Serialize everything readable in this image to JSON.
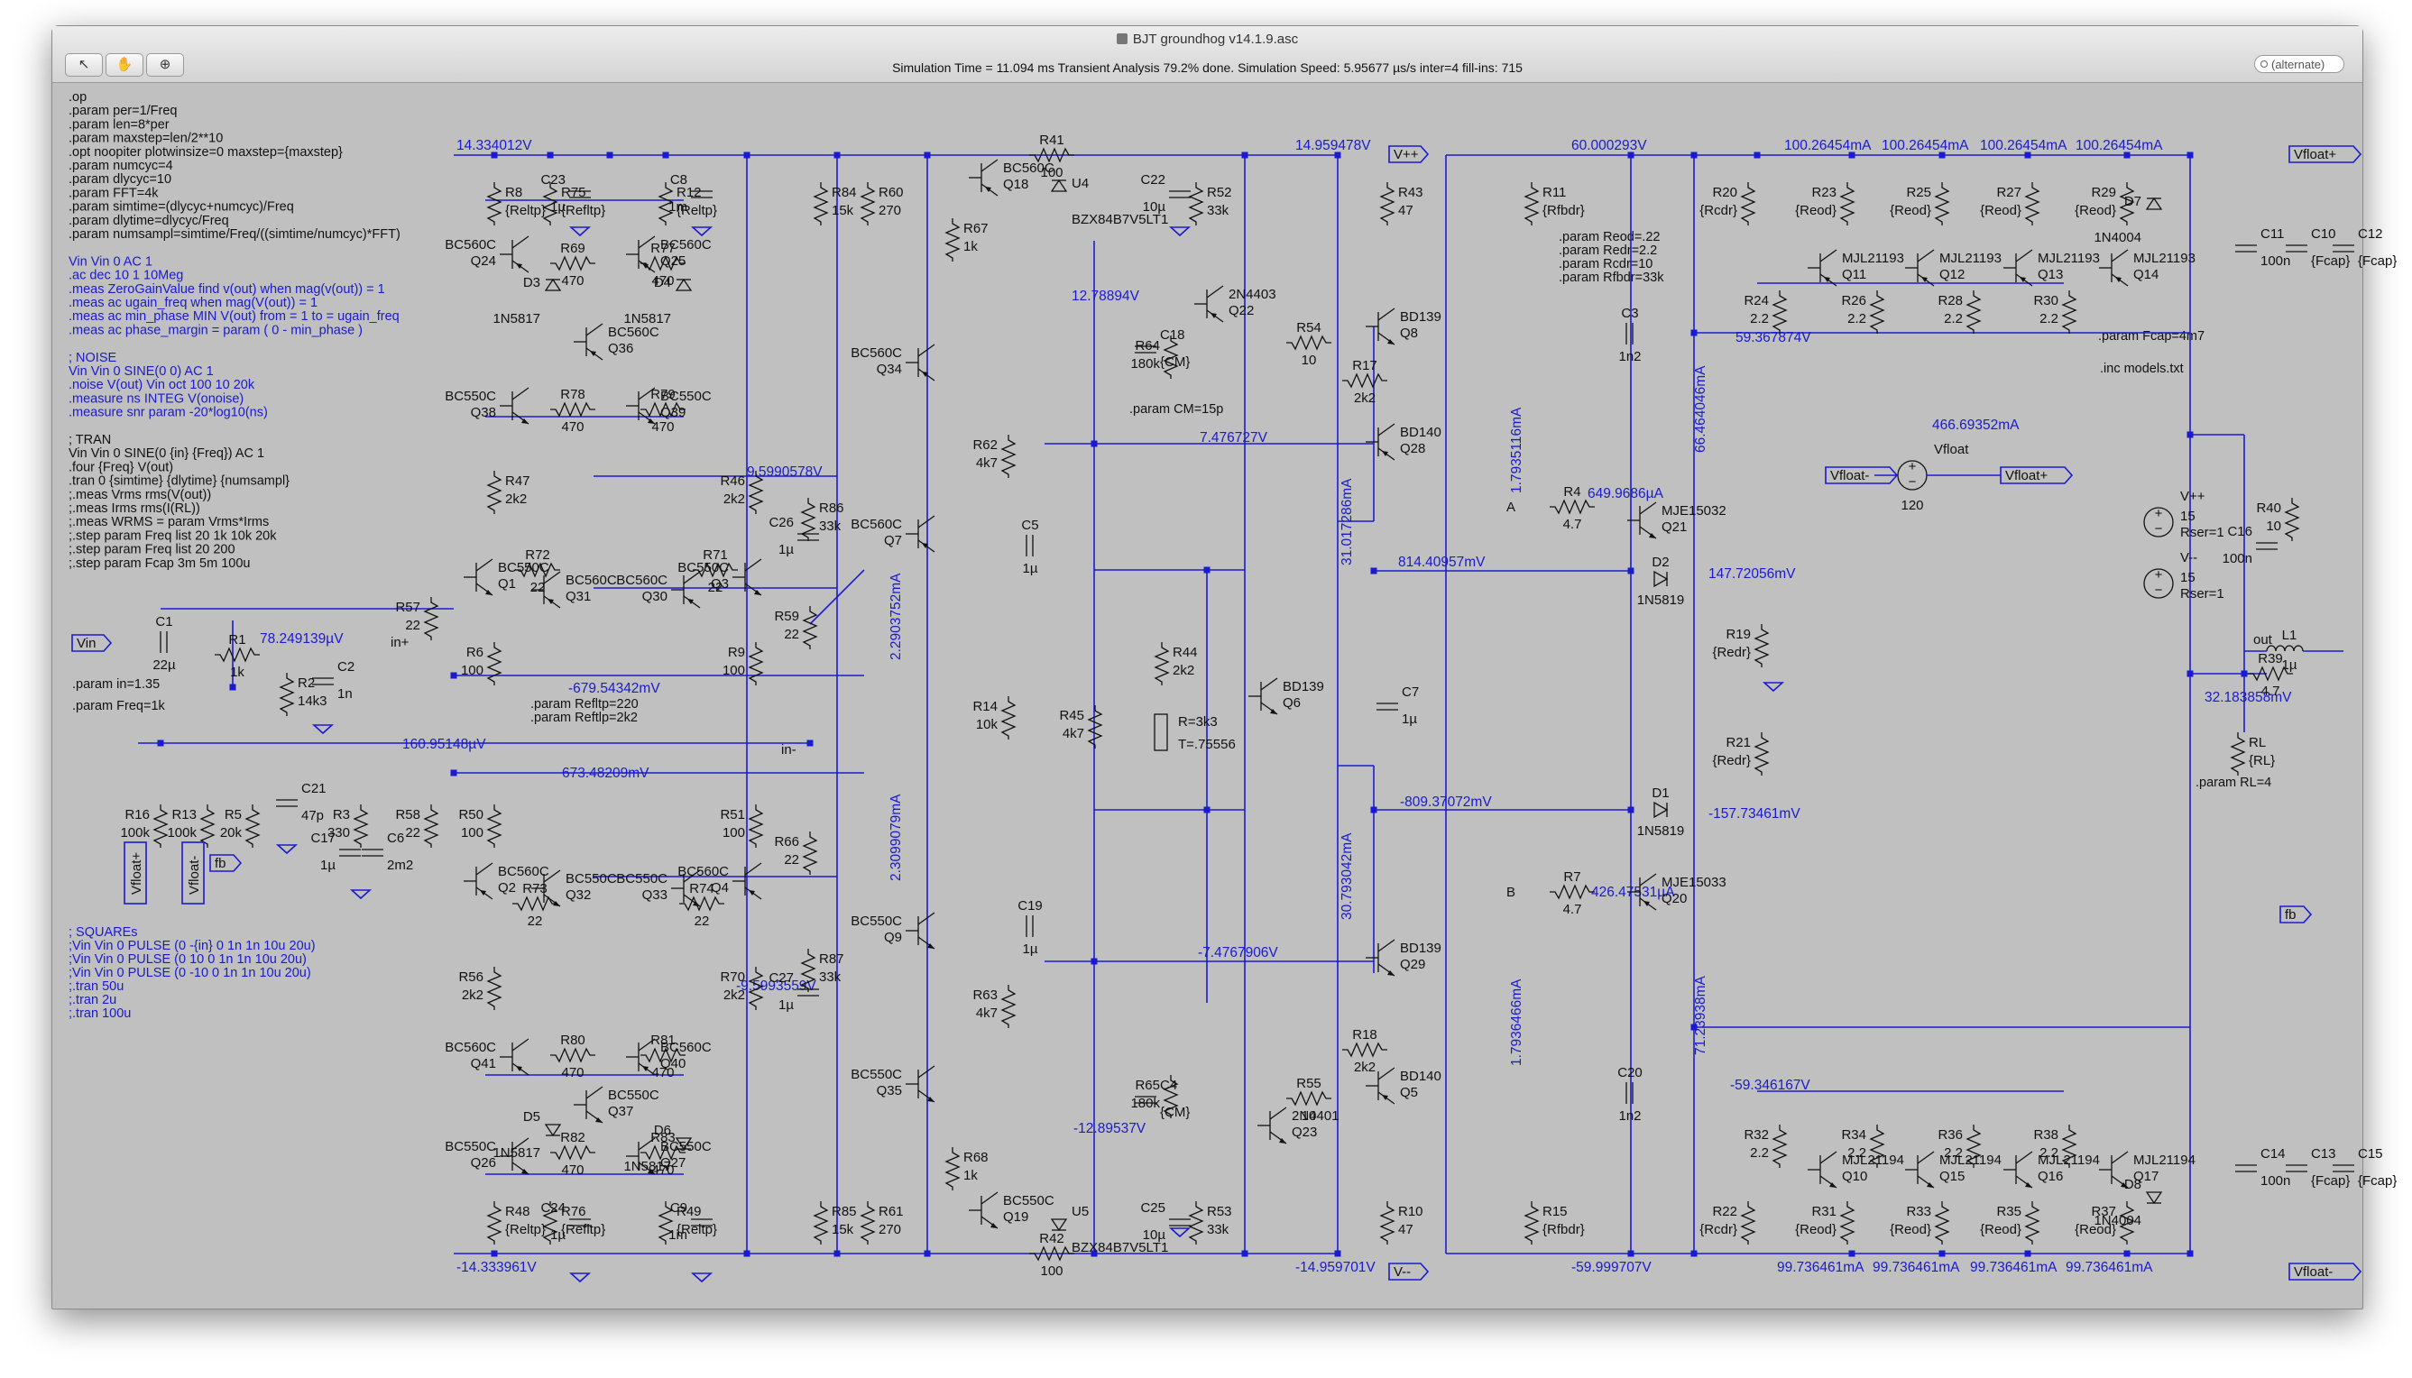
{
  "window": {
    "title": "BJT groundhog v14.1.9.asc",
    "status": "Simulation Time = 11.094 ms  Transient Analysis 79.2% done. Simulation Speed: 5.95677 µs/s inter=4 fill-ins: 715",
    "search_placeholder": "(alternate)",
    "toolbar": [
      {
        "name": "pointer-tool-icon",
        "glyph": "↖"
      },
      {
        "name": "hand-tool-icon",
        "glyph": "✋"
      },
      {
        "name": "probe-tool-icon",
        "glyph": "⊕"
      }
    ]
  },
  "directives": [
    {
      "text": ".op",
      "color": "black"
    },
    {
      "text": ".param per=1/Freq",
      "color": "black"
    },
    {
      "text": ".param len=8*per",
      "color": "black"
    },
    {
      "text": ".param maxstep=len/2**10",
      "color": "black"
    },
    {
      "text": ".opt noopiter plotwinsize=0 maxstep={maxstep}",
      "color": "black"
    },
    {
      "text": ".param numcyc=4",
      "color": "black"
    },
    {
      "text": ".param dlycyc=10",
      "color": "black"
    },
    {
      "text": ".param FFT=4k",
      "color": "black"
    },
    {
      "text": ".param simtime=(dlycyc+numcyc)/Freq",
      "color": "black"
    },
    {
      "text": ".param dlytime=dlycyc/Freq",
      "color": "black"
    },
    {
      "text": ".param numsampl=simtime/Freq/((simtime/numcyc)*FFT)",
      "color": "black"
    },
    {
      "text": "",
      "color": "black"
    },
    {
      "text": "Vin Vin 0 AC 1",
      "color": "blue"
    },
    {
      "text": ".ac dec 10 1 10Meg",
      "color": "blue"
    },
    {
      "text": ".meas ZeroGainValue find v(out) when mag(v(out)) = 1",
      "color": "blue"
    },
    {
      "text": ".meas ac ugain_freq when mag(V(out)) = 1",
      "color": "blue"
    },
    {
      "text": ".meas ac min_phase MIN V(out) from = 1 to = ugain_freq",
      "color": "blue"
    },
    {
      "text": ".meas ac phase_margin = param ( 0 - min_phase )",
      "color": "blue"
    },
    {
      "text": "",
      "color": "black"
    },
    {
      "text": "; NOISE",
      "color": "blue"
    },
    {
      "text": "Vin Vin 0 SINE(0 0) AC 1",
      "color": "blue"
    },
    {
      "text": ".noise V(out) Vin oct 100 10 20k",
      "color": "blue"
    },
    {
      "text": ".measure ns INTEG V(onoise)",
      "color": "blue"
    },
    {
      "text": ".measure snr param -20*log10(ns)",
      "color": "blue"
    },
    {
      "text": "",
      "color": "black"
    },
    {
      "text": "; TRAN",
      "color": "black"
    },
    {
      "text": "Vin Vin 0 SINE(0 {in} {Freq}) AC 1",
      "color": "black"
    },
    {
      "text": ".four {Freq} V(out)",
      "color": "black"
    },
    {
      "text": ".tran 0 {simtime} {dlytime} {numsampl}",
      "color": "black"
    },
    {
      "text": ";.meas Vrms rms(V(out))",
      "color": "black"
    },
    {
      "text": ";.meas Irms rms(I(RL))",
      "color": "black"
    },
    {
      "text": ";.meas WRMS = param Vrms*Irms",
      "color": "black"
    },
    {
      "text": ";.step param Freq list 20 1k 10k 20k",
      "color": "black"
    },
    {
      "text": ";.step param Freq list 20 200",
      "color": "black"
    },
    {
      "text": ";.step param Fcap 3m 5m 100u",
      "color": "black"
    }
  ],
  "square_directives": [
    "; SQUAREs",
    ";Vin Vin 0 PULSE (0 -{in} 0 1n 1n 10u 20u)",
    ";Vin Vin 0 PULSE (0 10 0 1n 1n 10u 20u)",
    ";Vin Vin 0 PULSE (0 -10 0 1n 1n 10u 20u)",
    ";.tran 50u",
    ";.tran 2u",
    ";.tran 100u"
  ],
  "param_notes": [
    ".param in=1.35",
    ".param Freq=1k",
    ".param Refltp=220",
    ".param Reftlp=2k2",
    ".param CM=15p",
    ".param Reod=.22",
    ".param Redr=2.2",
    ".param Rcdr=10",
    ".param Rfbdr=33k",
    ".param Fcap=4m7",
    ".inc models.txt",
    ".param RL=4"
  ],
  "node_voltages": [
    "14.334012V",
    "-14.333961V",
    "9.5990578V",
    "-9.5993559V",
    "78.249139µV",
    "160.95148µV",
    "-679.54342mV",
    "673.48209mV",
    "12.78894V",
    "-12.89537V",
    "7.476727V",
    "-7.4767906V",
    "814.40957mV",
    "-809.37072mV",
    "14.959478V",
    "-14.959701V",
    "60.000293V",
    "-59.999707V",
    "59.367874V",
    "-59.346167V",
    "147.72056mV",
    "-157.73461mV",
    "32.183858mV",
    "1.7935116mA",
    "1.7936466mA",
    "66.464046mA",
    "71.23938mA",
    "31.017286mA",
    "30.793042mA",
    "2.2903752mA",
    "2.3099079mA",
    "649.9686µA",
    "426.47531µA",
    "466.69352mA",
    "100.26454mA",
    "99.736461mA"
  ],
  "components": {
    "resistors": [
      {
        "ref": "R8",
        "val": "{Reltp}"
      },
      {
        "ref": "R75",
        "val": "{Refltp}"
      },
      {
        "ref": "R12",
        "val": "{Reltp}"
      },
      {
        "ref": "R84",
        "val": "15k"
      },
      {
        "ref": "R60",
        "val": "270"
      },
      {
        "ref": "R41",
        "val": "100"
      },
      {
        "ref": "R52",
        "val": "33k"
      },
      {
        "ref": "R43",
        "val": "47"
      },
      {
        "ref": "R69",
        "val": "470"
      },
      {
        "ref": "R77",
        "val": "470"
      },
      {
        "ref": "R67",
        "val": "1k"
      },
      {
        "ref": "R64",
        "val": "180k"
      },
      {
        "ref": "R54",
        "val": "10"
      },
      {
        "ref": "R17",
        "val": "2k2"
      },
      {
        "ref": "R78",
        "val": "470"
      },
      {
        "ref": "R79",
        "val": "470"
      },
      {
        "ref": "R62",
        "val": "4k7"
      },
      {
        "ref": "R47",
        "val": "2k2"
      },
      {
        "ref": "R46",
        "val": "2k2"
      },
      {
        "ref": "R86",
        "val": "33k"
      },
      {
        "ref": "R72",
        "val": "22"
      },
      {
        "ref": "R71",
        "val": "22"
      },
      {
        "ref": "R57",
        "val": "22"
      },
      {
        "ref": "R59",
        "val": "22"
      },
      {
        "ref": "R6",
        "val": "100"
      },
      {
        "ref": "R9",
        "val": "100"
      },
      {
        "ref": "R1",
        "val": "1k"
      },
      {
        "ref": "R2",
        "val": "14k3"
      },
      {
        "ref": "R44",
        "val": "2k2"
      },
      {
        "ref": "R14",
        "val": "10k"
      },
      {
        "ref": "R45",
        "val": "4k7"
      },
      {
        "ref": "R16",
        "val": "100k"
      },
      {
        "ref": "R13",
        "val": "100k"
      },
      {
        "ref": "R5",
        "val": "20k"
      },
      {
        "ref": "R3",
        "val": "330"
      },
      {
        "ref": "R58",
        "val": "22"
      },
      {
        "ref": "R50",
        "val": "100"
      },
      {
        "ref": "R51",
        "val": "100"
      },
      {
        "ref": "R66",
        "val": "22"
      },
      {
        "ref": "R73",
        "val": "22"
      },
      {
        "ref": "R74",
        "val": "22"
      },
      {
        "ref": "R87",
        "val": "33k"
      },
      {
        "ref": "R56",
        "val": "2k2"
      },
      {
        "ref": "R70",
        "val": "2k2"
      },
      {
        "ref": "R63",
        "val": "4k7"
      },
      {
        "ref": "R80",
        "val": "470"
      },
      {
        "ref": "R81",
        "val": "470"
      },
      {
        "ref": "R65",
        "val": "180k"
      },
      {
        "ref": "R18",
        "val": "2k2"
      },
      {
        "ref": "R55",
        "val": "10"
      },
      {
        "ref": "R82",
        "val": "470"
      },
      {
        "ref": "R83",
        "val": "470"
      },
      {
        "ref": "R68",
        "val": "1k"
      },
      {
        "ref": "R48",
        "val": "{Reltp}"
      },
      {
        "ref": "R76",
        "val": "{Refltp}"
      },
      {
        "ref": "R49",
        "val": "{Reltp}"
      },
      {
        "ref": "R85",
        "val": "15k"
      },
      {
        "ref": "R61",
        "val": "270"
      },
      {
        "ref": "R42",
        "val": "100"
      },
      {
        "ref": "R53",
        "val": "33k"
      },
      {
        "ref": "R10",
        "val": "47"
      },
      {
        "ref": "R11",
        "val": "{Rfbdr}"
      },
      {
        "ref": "R20",
        "val": "{Rcdr}"
      },
      {
        "ref": "R23",
        "val": "{Reod}"
      },
      {
        "ref": "R25",
        "val": "{Reod}"
      },
      {
        "ref": "R27",
        "val": "{Reod}"
      },
      {
        "ref": "R29",
        "val": "{Reod}"
      },
      {
        "ref": "R24",
        "val": "2.2"
      },
      {
        "ref": "R26",
        "val": "2.2"
      },
      {
        "ref": "R28",
        "val": "2.2"
      },
      {
        "ref": "R30",
        "val": "2.2"
      },
      {
        "ref": "R4",
        "val": "4.7"
      },
      {
        "ref": "R19",
        "val": "{Redr}"
      },
      {
        "ref": "R21",
        "val": "{Redr}"
      },
      {
        "ref": "R7",
        "val": "4.7"
      },
      {
        "ref": "R15",
        "val": "{Rfbdr}"
      },
      {
        "ref": "R22",
        "val": "{Rcdr}"
      },
      {
        "ref": "R32",
        "val": "2.2"
      },
      {
        "ref": "R34",
        "val": "2.2"
      },
      {
        "ref": "R36",
        "val": "2.2"
      },
      {
        "ref": "R38",
        "val": "2.2"
      },
      {
        "ref": "R31",
        "val": "{Reod}"
      },
      {
        "ref": "R33",
        "val": "{Reod}"
      },
      {
        "ref": "R35",
        "val": "{Reod}"
      },
      {
        "ref": "R37",
        "val": "{Reod}"
      },
      {
        "ref": "R40",
        "val": "10"
      },
      {
        "ref": "R39",
        "val": "4.7"
      },
      {
        "ref": "RL",
        "val": "{RL}"
      }
    ],
    "capacitors": [
      {
        "ref": "C23",
        "val": "1µ"
      },
      {
        "ref": "C8",
        "val": "1m"
      },
      {
        "ref": "C22",
        "val": "10µ"
      },
      {
        "ref": "C18",
        "val": "{CM}"
      },
      {
        "ref": "C26",
        "val": "1µ"
      },
      {
        "ref": "C5",
        "val": "1µ"
      },
      {
        "ref": "C1",
        "val": "22µ"
      },
      {
        "ref": "C2",
        "val": "1n"
      },
      {
        "ref": "C21",
        "val": "47p"
      },
      {
        "ref": "C17",
        "val": "1µ"
      },
      {
        "ref": "C6",
        "val": "2m2"
      },
      {
        "ref": "C7",
        "val": "1µ"
      },
      {
        "ref": "C27",
        "val": "1µ"
      },
      {
        "ref": "C19",
        "val": "1µ"
      },
      {
        "ref": "C4",
        "val": "{CM}"
      },
      {
        "ref": "C24",
        "val": "1µ"
      },
      {
        "ref": "C9",
        "val": "1m"
      },
      {
        "ref": "C25",
        "val": "10µ"
      },
      {
        "ref": "C3",
        "val": "1n2"
      },
      {
        "ref": "C20",
        "val": "1n2"
      },
      {
        "ref": "C11",
        "val": "100n"
      },
      {
        "ref": "C10",
        "val": "{Fcap}"
      },
      {
        "ref": "C12",
        "val": "{Fcap}"
      },
      {
        "ref": "C16",
        "val": "100n"
      },
      {
        "ref": "C14",
        "val": "100n"
      },
      {
        "ref": "C13",
        "val": "{Fcap}"
      },
      {
        "ref": "C15",
        "val": "{Fcap}"
      }
    ],
    "transistors": [
      {
        "ref": "Q24",
        "model": "BC560C"
      },
      {
        "ref": "Q25",
        "model": "BC560C"
      },
      {
        "ref": "Q18",
        "model": "BC560C"
      },
      {
        "ref": "Q36",
        "model": "BC560C"
      },
      {
        "ref": "Q22",
        "model": "2N4403"
      },
      {
        "ref": "Q8",
        "model": "BD139"
      },
      {
        "ref": "Q38",
        "model": "BC550C"
      },
      {
        "ref": "Q39",
        "model": "BC550C"
      },
      {
        "ref": "Q34",
        "model": "BC560C"
      },
      {
        "ref": "Q28",
        "model": "BD140"
      },
      {
        "ref": "Q1",
        "model": "BC550C"
      },
      {
        "ref": "Q31",
        "model": "BC560C"
      },
      {
        "ref": "Q30",
        "model": "BC560C"
      },
      {
        "ref": "Q3",
        "model": "BC550C"
      },
      {
        "ref": "Q7",
        "model": "BC560C"
      },
      {
        "ref": "Q6",
        "model": "BD139"
      },
      {
        "ref": "Q2",
        "model": "BC560C"
      },
      {
        "ref": "Q32",
        "model": "BC550C"
      },
      {
        "ref": "Q33",
        "model": "BC550C"
      },
      {
        "ref": "Q4",
        "model": "BC560C"
      },
      {
        "ref": "Q9",
        "model": "BC550C"
      },
      {
        "ref": "Q29",
        "model": "BD139"
      },
      {
        "ref": "Q41",
        "model": "BC560C"
      },
      {
        "ref": "Q40",
        "model": "BC560C"
      },
      {
        "ref": "Q35",
        "model": "BC550C"
      },
      {
        "ref": "Q5",
        "model": "BD140"
      },
      {
        "ref": "Q37",
        "model": "BC550C"
      },
      {
        "ref": "Q23",
        "model": "2N4401"
      },
      {
        "ref": "Q26",
        "model": "BC550C"
      },
      {
        "ref": "Q27",
        "model": "BC550C"
      },
      {
        "ref": "Q19",
        "model": "BC550C"
      },
      {
        "ref": "Q21",
        "model": "MJE15032"
      },
      {
        "ref": "Q20",
        "model": "MJE15033"
      },
      {
        "ref": "Q11",
        "model": "MJL21193"
      },
      {
        "ref": "Q12",
        "model": "MJL21193"
      },
      {
        "ref": "Q13",
        "model": "MJL21193"
      },
      {
        "ref": "Q14",
        "model": "MJL21193"
      },
      {
        "ref": "Q10",
        "model": "MJL21194"
      },
      {
        "ref": "Q15",
        "model": "MJL21194"
      },
      {
        "ref": "Q16",
        "model": "MJL21194"
      },
      {
        "ref": "Q17",
        "model": "MJL21194"
      }
    ],
    "diodes": [
      {
        "ref": "D3",
        "model": "1N5817"
      },
      {
        "ref": "D4",
        "model": "1N5817"
      },
      {
        "ref": "U4",
        "model": "BZX84B7V5LT1"
      },
      {
        "ref": "D2",
        "model": "1N5819"
      },
      {
        "ref": "D1",
        "model": "1N5819"
      },
      {
        "ref": "D5",
        "model": "1N5817"
      },
      {
        "ref": "D6",
        "model": "1N5817"
      },
      {
        "ref": "U5",
        "model": "BZX84B7V5LT1"
      },
      {
        "ref": "D7",
        "model": "1N4004"
      },
      {
        "ref": "D8",
        "model": "1N4004"
      }
    ],
    "sources": [
      {
        "ref": "Vfloat",
        "val": "120"
      },
      {
        "ref": "V++",
        "val": "15",
        "rser": "Rser=1"
      },
      {
        "ref": "V--",
        "val": "15",
        "rser": "Rser=1"
      }
    ],
    "inductors": [
      {
        "ref": "L1",
        "val": "1µ"
      }
    ],
    "thermistor": {
      "val": "R=3k3",
      "temp": "T=.75556"
    }
  },
  "flags": [
    "Vin",
    "V++",
    "V--",
    "Vfloat+",
    "Vfloat-",
    "fb",
    "out",
    "in+",
    "in-",
    "A",
    "B"
  ]
}
